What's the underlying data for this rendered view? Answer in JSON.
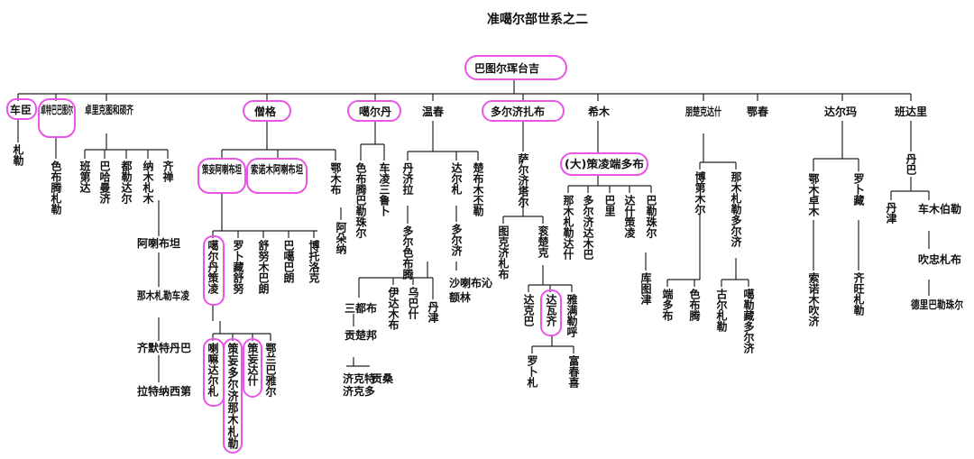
{
  "title": "准噶尔部世系之二",
  "nodes": {
    "root": "巴图尔珲台吉",
    "chechen": "车臣",
    "zhuoteba": "卓特巴巴图尔",
    "zhuoli": "卓里克图和硕齐",
    "sengge": "僧格",
    "galdan": "噶尔丹",
    "wenchun": "温春",
    "duoerji": "多尔济扎布",
    "ximu": "希木",
    "pengchu": "朋楚克达什",
    "echun": "鄂春",
    "daerma": "达尔玛",
    "bandali": "班达里",
    "zhale": "札勒",
    "sebutengzhale": "色布腾札勒",
    "bandi": "班第达",
    "bahaman": "巴哈曼济",
    "dule": "都勒达尔",
    "namuzha": "纳木札木",
    "qichan": "齐禅",
    "alabutan": "阿喇布坦",
    "namuzhale": "那木札勒车凌",
    "qimotedanba": "齐默特丹巴",
    "latena": "拉特纳西第",
    "cewangalabutan": "策妄阿喇布坦",
    "suonuomu": "索诺木阿喇布坦",
    "emubu": "鄂木布",
    "aduona": "阿朵纳",
    "sebutengbalezhuer": "色布腾巴勒珠尔",
    "chelingsanlubu": "车凌三鲁卜",
    "gaerdancelin": "噶尔丹策凌",
    "luobuzang": "罗卜藏舒努",
    "shunumu": "舒努木巴朗",
    "bagaba": "巴噶巴朗",
    "botuoluoke": "博托洛克",
    "lamadaerzha": "喇嘛达尔札",
    "ceangduoer": "策妄多尔济那木札勒",
    "ceangdashi": "策妄达什",
    "elanbayaer": "鄂兰巴雅尔",
    "danjila": "丹济拉",
    "duoersebuteng": "多尔色布腾",
    "dazhale": "达尔札",
    "duoerji2": "多尔济",
    "chubutenamule": "楚布木丕勒",
    "sandubu": "三都布",
    "gongchubang": "贡楚邦",
    "yidamubu": "伊达木布",
    "wubashi": "乌巴什",
    "danjin": "丹津",
    "shalabuqin": "沙喇布沁",
    "emulin": "额林",
    "jiqiteke": "济克特",
    "gongsang": "贡桑",
    "jiqitekeduo": "济克多",
    "saerjitaer": "萨尔济塔尔",
    "tukejizhabu": "图克济札布",
    "gonchuke": "衮楚克",
    "dake": "达克巴",
    "dawaqi": "达瓦齐",
    "yamanle": "雅满勒呼",
    "luobuzha": "罗卜札",
    "fuchunxi": "富春喜",
    "dacelingduoduobu": "(大)策凌端多布",
    "namuzhadashen": "那木札勒达什",
    "duoerjidamuba": "多尔济达木巴",
    "bali": "巴里",
    "dashiceling": "达什策凌",
    "baleizhuer": "巴勒珠尔",
    "kutujin": "库图津",
    "bodimuer": "博第木尔",
    "namuzhaleduo": "那木札勒多尔济",
    "duanduobu": "端多布",
    "sebuteng": "色布腾",
    "gugula": "古尔札勒",
    "galezang": "噶勒藏多尔济",
    "danba": "丹巴",
    "emuzhuomu": "鄂木卓木",
    "luobuzang2": "罗卜藏",
    "suonuomuchuiji": "索诺木吹济",
    "qiwangzhale": "齐旺札勒",
    "danjin2": "丹津",
    "chemubole": "车木伯勒",
    "chuizhongzhabu": "吹忠札布",
    "debalizhuer": "德里巴勒珠尔"
  }
}
